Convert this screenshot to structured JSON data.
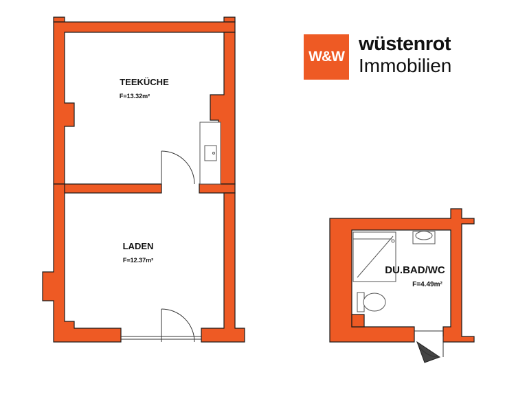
{
  "brand": {
    "badge": "W&W",
    "line1": "wüstenrot",
    "line2": "Immobilien",
    "color": "#EE5A24"
  },
  "colors": {
    "wall": "#EE5A24",
    "wall_outline": "#1a1a1a",
    "fixture": "#555555"
  },
  "rooms": {
    "teekueche": {
      "name": "TEEKÜCHE",
      "area": "F=13.32m²"
    },
    "laden": {
      "name": "LADEN",
      "area": "F=12.37m²"
    },
    "bad": {
      "name": "DU.BAD/WC",
      "area": "F=4.49m²"
    }
  }
}
